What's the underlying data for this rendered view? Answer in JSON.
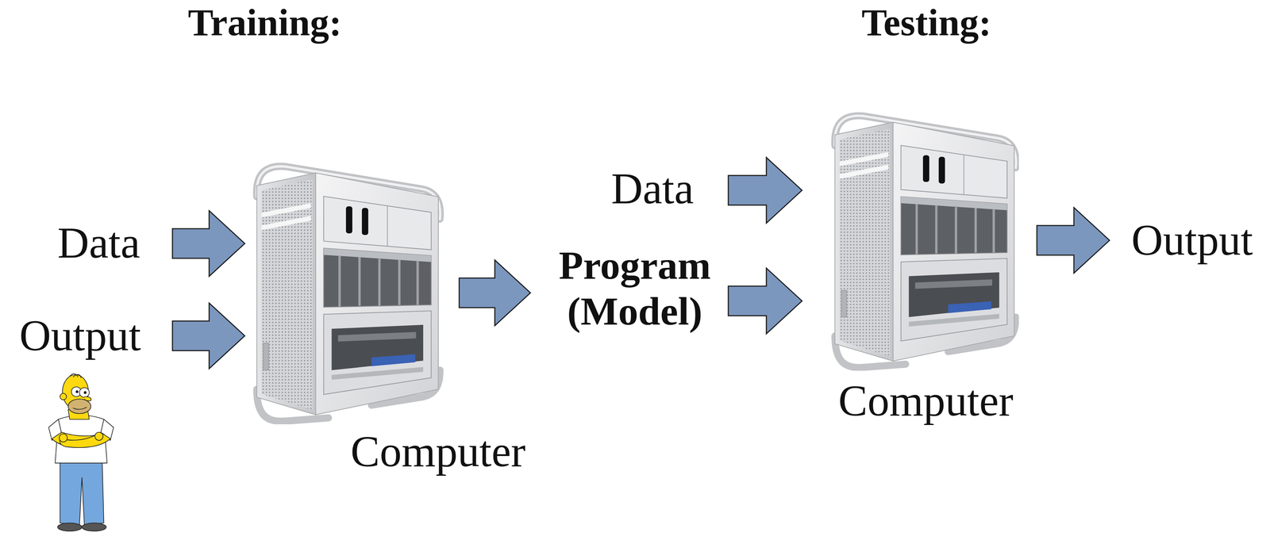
{
  "diagram": {
    "nodes": [
      {
        "text": [
          "Data"
        ]
      },
      {
        "text": [
          "Output"
        ]
      },
      {
        "text": [
          "Computer"
        ]
      },
      {
        "text": [
          "Program (Model)"
        ]
      },
      {
        "text": [
          "Data"
        ]
      },
      {
        "text": [
          "Computer"
        ]
      },
      {
        "text": [
          "Output"
        ]
      }
    ],
    "edges": [
      {
        "from": 0,
        "to": 2,
        "arrow": "to"
      },
      {
        "from": 1,
        "to": 2,
        "arrow": "to"
      },
      {
        "from": 2,
        "to": 3,
        "arrow": "to"
      },
      {
        "from": 4,
        "to": 5,
        "arrow": "to"
      },
      {
        "from": 3,
        "to": 5,
        "arrow": "to"
      },
      {
        "from": 5,
        "to": 6,
        "arrow": "to"
      }
    ],
    "labels": [
      "Training:",
      "Testing:"
    ]
  }
}
